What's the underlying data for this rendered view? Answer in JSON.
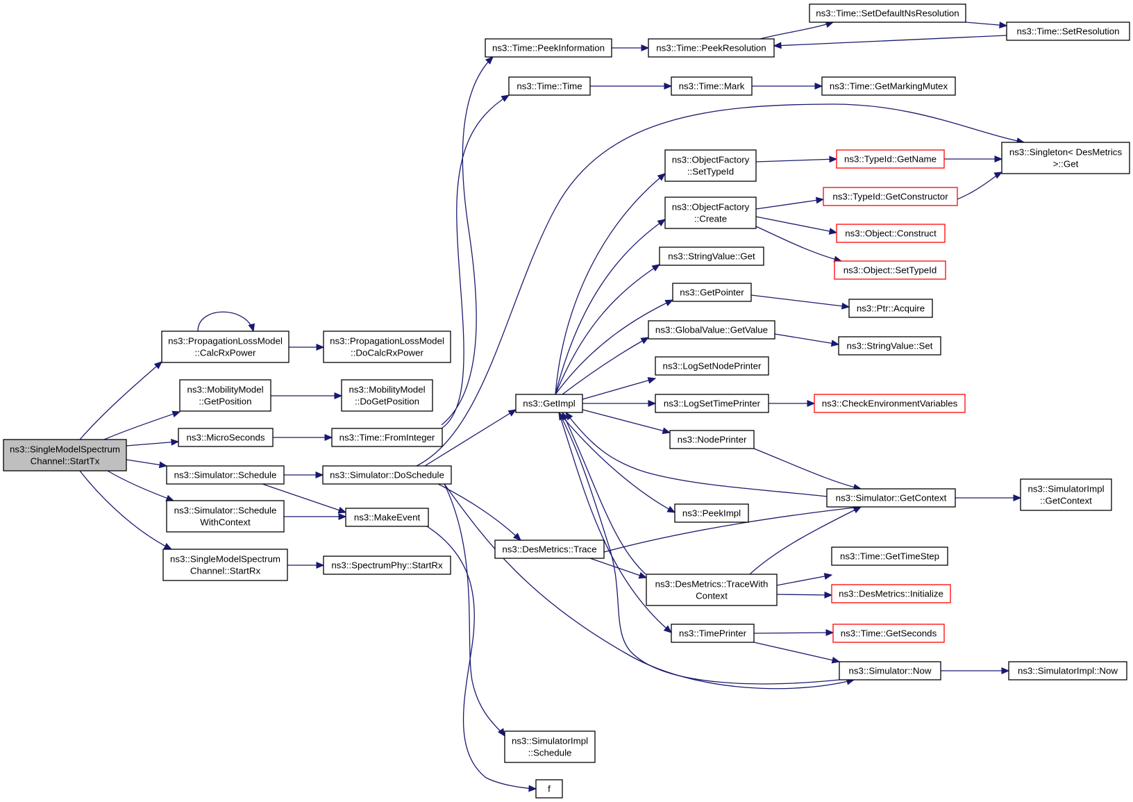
{
  "diagram": {
    "colors": {
      "edge": "#191970",
      "node_border": "#000000",
      "highlight_border": "#ff0000",
      "root_fill": "#bfbfbf"
    },
    "nodes": [
      {
        "id": "root",
        "lines": [
          "ns3::SingleModelSpectrum",
          "Channel::StartTx"
        ],
        "style": "root"
      },
      {
        "id": "calcrx",
        "lines": [
          "ns3::PropagationLossModel",
          "::CalcRxPower"
        ]
      },
      {
        "id": "docalcrx",
        "lines": [
          "ns3::PropagationLossModel",
          "::DoCalcRxPower"
        ]
      },
      {
        "id": "getpos",
        "lines": [
          "ns3::MobilityModel",
          "::GetPosition"
        ]
      },
      {
        "id": "dogetpos",
        "lines": [
          "ns3::MobilityModel",
          "::DoGetPosition"
        ]
      },
      {
        "id": "micro",
        "lines": [
          "ns3::MicroSeconds"
        ]
      },
      {
        "id": "fromint",
        "lines": [
          "ns3::Time::FromInteger"
        ]
      },
      {
        "id": "simsched",
        "lines": [
          "ns3::Simulator::Schedule"
        ]
      },
      {
        "id": "dosched",
        "lines": [
          "ns3::Simulator::DoSchedule"
        ]
      },
      {
        "id": "schedctx",
        "lines": [
          "ns3::Simulator::Schedule",
          "WithContext"
        ]
      },
      {
        "id": "makeevent",
        "lines": [
          "ns3::MakeEvent"
        ]
      },
      {
        "id": "startrx_ch",
        "lines": [
          "ns3::SingleModelSpectrum",
          "Channel::StartRx"
        ]
      },
      {
        "id": "startrx_phy",
        "lines": [
          "ns3::SpectrumPhy::StartRx"
        ]
      },
      {
        "id": "peekinfo",
        "lines": [
          "ns3::Time::PeekInformation"
        ]
      },
      {
        "id": "peekres",
        "lines": [
          "ns3::Time::PeekResolution"
        ]
      },
      {
        "id": "setdefns",
        "lines": [
          "ns3::Time::SetDefaultNsResolution"
        ]
      },
      {
        "id": "setres",
        "lines": [
          "ns3::Time::SetResolution"
        ]
      },
      {
        "id": "timetime",
        "lines": [
          "ns3::Time::Time"
        ]
      },
      {
        "id": "mark",
        "lines": [
          "ns3::Time::Mark"
        ]
      },
      {
        "id": "markmutex",
        "lines": [
          "ns3::Time::GetMarkingMutex"
        ]
      },
      {
        "id": "singleton",
        "lines": [
          "ns3::Singleton< DesMetrics",
          ">::Get"
        ]
      },
      {
        "id": "ofsettype",
        "lines": [
          "ns3::ObjectFactory",
          "::SetTypeId"
        ]
      },
      {
        "id": "getname",
        "lines": [
          "ns3::TypeId::GetName"
        ],
        "style": "red"
      },
      {
        "id": "ofcreate",
        "lines": [
          "ns3::ObjectFactory",
          "::Create"
        ]
      },
      {
        "id": "getctor",
        "lines": [
          "ns3::TypeId::GetConstructor"
        ],
        "style": "red"
      },
      {
        "id": "objconstruct",
        "lines": [
          "ns3::Object::Construct"
        ],
        "style": "red"
      },
      {
        "id": "objsettype",
        "lines": [
          "ns3::Object::SetTypeId"
        ],
        "style": "red"
      },
      {
        "id": "strvalget",
        "lines": [
          "ns3::StringValue::Get"
        ]
      },
      {
        "id": "getpointer",
        "lines": [
          "ns3::GetPointer"
        ]
      },
      {
        "id": "ptracq",
        "lines": [
          "ns3::Ptr::Acquire"
        ]
      },
      {
        "id": "gvgetval",
        "lines": [
          "ns3::GlobalValue::GetValue"
        ]
      },
      {
        "id": "strvalset",
        "lines": [
          "ns3::StringValue::Set"
        ]
      },
      {
        "id": "lognode",
        "lines": [
          "ns3::LogSetNodePrinter"
        ]
      },
      {
        "id": "logtime",
        "lines": [
          "ns3::LogSetTimePrinter"
        ]
      },
      {
        "id": "checkenv",
        "lines": [
          "ns3::CheckEnvironmentVariables"
        ],
        "style": "red"
      },
      {
        "id": "getimpl",
        "lines": [
          "ns3::GetImpl"
        ]
      },
      {
        "id": "nodeprinter",
        "lines": [
          "ns3::NodePrinter"
        ]
      },
      {
        "id": "peekimpl",
        "lines": [
          "ns3::PeekImpl"
        ]
      },
      {
        "id": "simgetctx",
        "lines": [
          "ns3::Simulator::GetContext"
        ]
      },
      {
        "id": "simimplgetctx",
        "lines": [
          "ns3::SimulatorImpl",
          "::GetContext"
        ]
      },
      {
        "id": "desmtrace",
        "lines": [
          "ns3::DesMetrics::Trace"
        ]
      },
      {
        "id": "tracectx",
        "lines": [
          "ns3::DesMetrics::TraceWith",
          "Context"
        ]
      },
      {
        "id": "gettimestep",
        "lines": [
          "ns3::Time::GetTimeStep"
        ]
      },
      {
        "id": "desinit",
        "lines": [
          "ns3::DesMetrics::Initialize"
        ],
        "style": "red"
      },
      {
        "id": "timeprinter",
        "lines": [
          "ns3::TimePrinter"
        ]
      },
      {
        "id": "getseconds",
        "lines": [
          "ns3::Time::GetSeconds"
        ],
        "style": "red"
      },
      {
        "id": "simnow",
        "lines": [
          "ns3::Simulator::Now"
        ]
      },
      {
        "id": "simimplnow",
        "lines": [
          "ns3::SimulatorImpl::Now"
        ]
      },
      {
        "id": "simimplsched",
        "lines": [
          "ns3::SimulatorImpl",
          "::Schedule"
        ]
      },
      {
        "id": "f",
        "lines": [
          "f"
        ]
      }
    ]
  }
}
